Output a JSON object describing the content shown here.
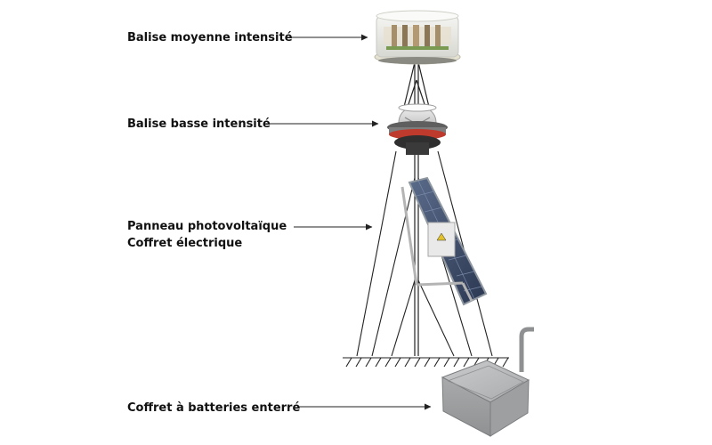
{
  "labels": {
    "medium_beacon": "Balise moyenne intensité",
    "low_beacon": "Balise basse intensité",
    "pv_panel": "Panneau photovoltaïque",
    "electric_box": "Coffret électrique",
    "battery_box": "Coffret à batteries enterré"
  },
  "colors": {
    "text": "#111111",
    "lines": "#222222",
    "steel": "#b9bcbe",
    "panel": "#3b4a66",
    "beacon_red": "#8e2b2b"
  }
}
